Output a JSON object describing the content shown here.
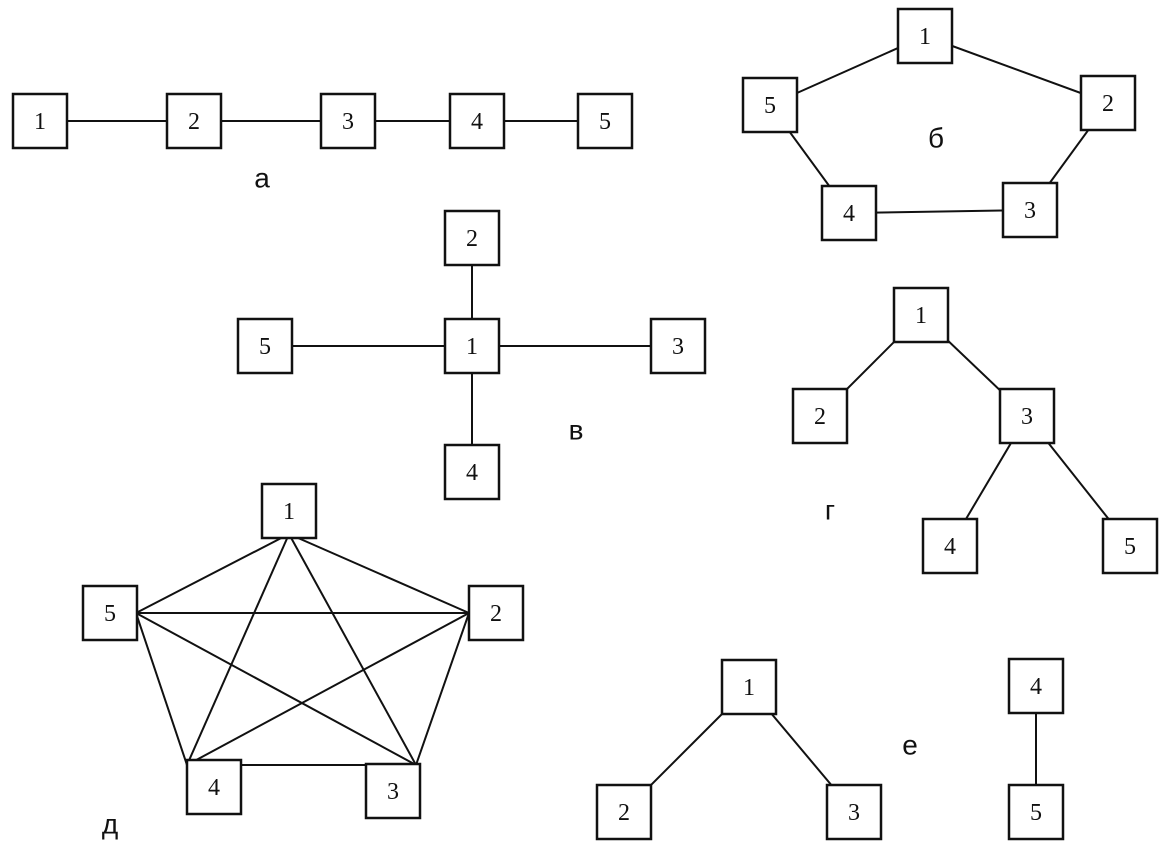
{
  "panels": [
    {
      "id": "a",
      "label": "а",
      "nodes": [
        "1",
        "2",
        "3",
        "4",
        "5"
      ],
      "edges": [
        [
          "1",
          "2"
        ],
        [
          "2",
          "3"
        ],
        [
          "3",
          "4"
        ],
        [
          "4",
          "5"
        ]
      ]
    },
    {
      "id": "b",
      "label": "б",
      "nodes": [
        "1",
        "2",
        "3",
        "4",
        "5"
      ],
      "edges": [
        [
          "1",
          "2"
        ],
        [
          "2",
          "3"
        ],
        [
          "3",
          "4"
        ],
        [
          "4",
          "5"
        ],
        [
          "5",
          "1"
        ]
      ]
    },
    {
      "id": "v",
      "label": "в",
      "nodes": [
        "1",
        "2",
        "3",
        "4",
        "5"
      ],
      "edges": [
        [
          "1",
          "2"
        ],
        [
          "1",
          "3"
        ],
        [
          "1",
          "4"
        ],
        [
          "1",
          "5"
        ]
      ]
    },
    {
      "id": "g",
      "label": "г",
      "nodes": [
        "1",
        "2",
        "3",
        "4",
        "5"
      ],
      "edges": [
        [
          "1",
          "2"
        ],
        [
          "1",
          "3"
        ],
        [
          "3",
          "4"
        ],
        [
          "3",
          "5"
        ]
      ]
    },
    {
      "id": "d",
      "label": "д",
      "nodes": [
        "1",
        "2",
        "3",
        "4",
        "5"
      ],
      "edges": [
        [
          "1",
          "2"
        ],
        [
          "2",
          "3"
        ],
        [
          "3",
          "4"
        ],
        [
          "4",
          "5"
        ],
        [
          "5",
          "1"
        ],
        [
          "1",
          "3"
        ],
        [
          "1",
          "4"
        ],
        [
          "2",
          "4"
        ],
        [
          "2",
          "5"
        ],
        [
          "3",
          "5"
        ]
      ]
    },
    {
      "id": "e",
      "label": "е",
      "nodes": [
        "1",
        "2",
        "3",
        "4",
        "5"
      ],
      "edges": [
        [
          "1",
          "2"
        ],
        [
          "1",
          "3"
        ],
        [
          "4",
          "5"
        ]
      ]
    }
  ]
}
